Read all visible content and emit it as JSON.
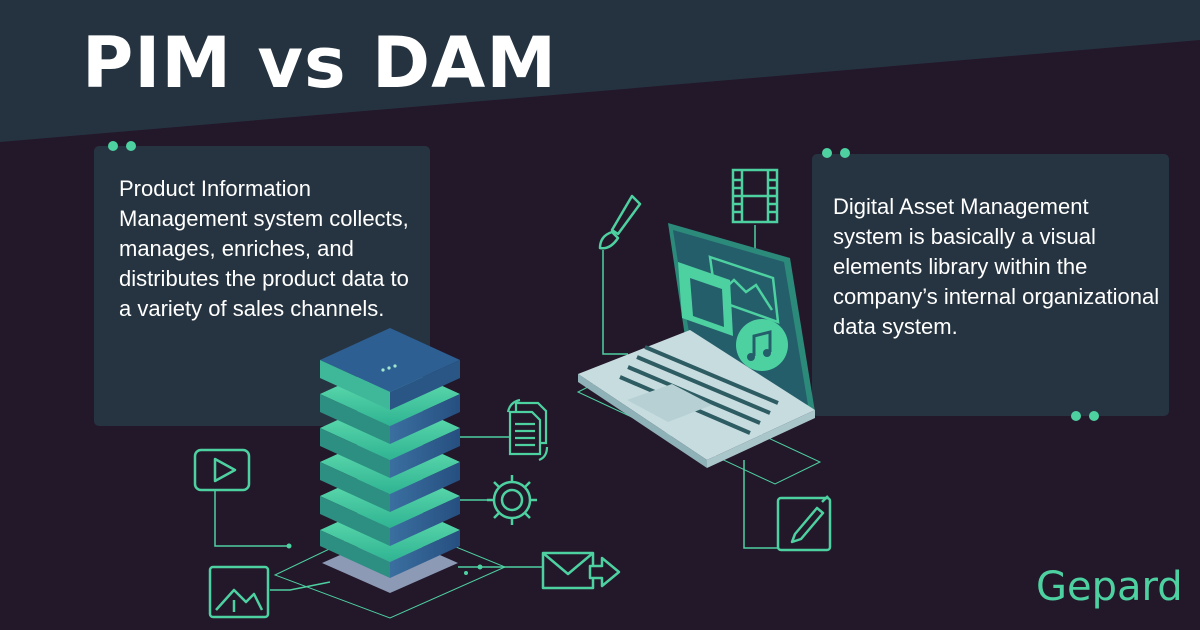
{
  "header": {
    "title": "PIM vs DAM"
  },
  "pim_card": {
    "text": "Product Information Management system collects, manages, enriches, and distributes the product data to a variety of sales channels."
  },
  "dam_card": {
    "text": "Digital Asset Management system is basically a visual elements library within the company’s internal organizational data system."
  },
  "brand": {
    "logo_text": "Gepard"
  },
  "icons": [
    "server-stack-icon",
    "laptop-icon",
    "video-play-icon",
    "image-icon",
    "documents-sync-icon",
    "gear-icon",
    "email-forward-icon",
    "paintbrush-icon",
    "film-strip-icon",
    "edit-note-icon",
    "music-note-icon",
    "picture-icon"
  ],
  "colors": {
    "background": "#23172a",
    "header_band": "#253340",
    "card": "#263441",
    "accent": "#4ed1a1"
  }
}
